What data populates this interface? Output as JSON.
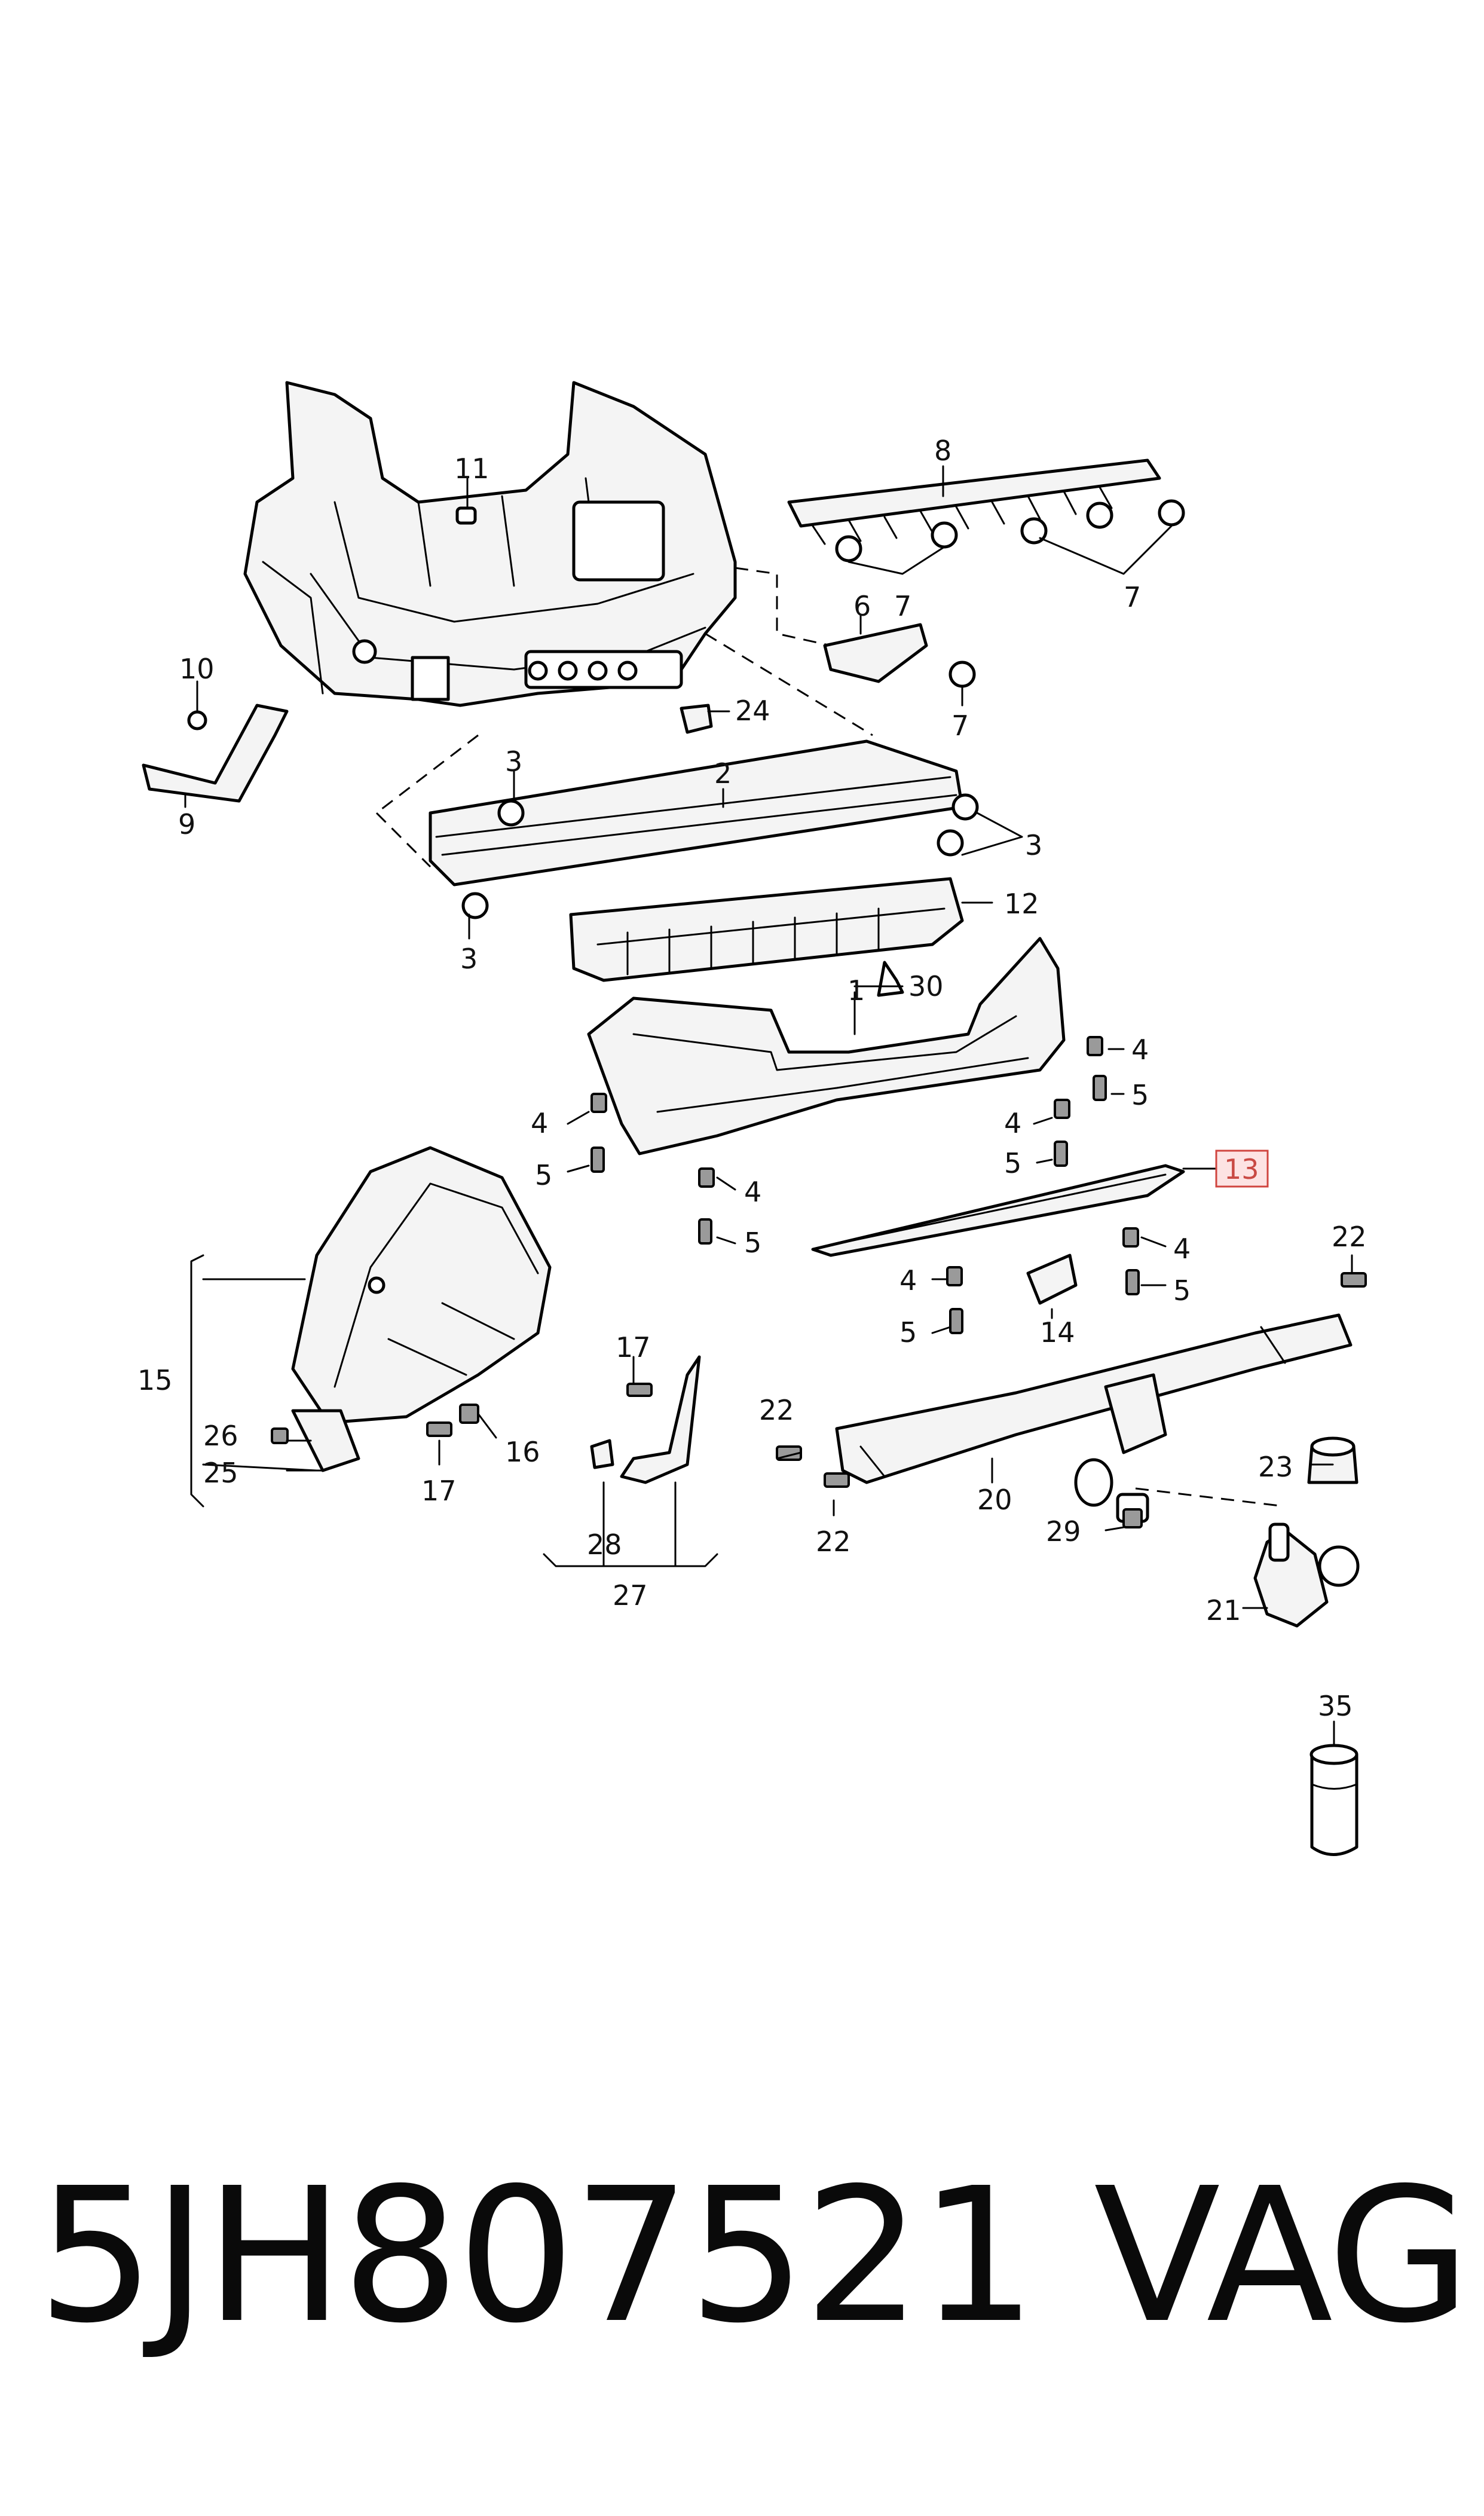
{
  "callouts": {
    "c1": "1",
    "c2": "2",
    "c3a": "3",
    "c3b": "3",
    "c3c": "3",
    "c4a": "4",
    "c4b": "4",
    "c4c": "4",
    "c4d": "4",
    "c4e": "4",
    "c4f": "4",
    "c5a": "5",
    "c5b": "5",
    "c5c": "5",
    "c5d": "5",
    "c5e": "5",
    "c5f": "5",
    "c6": "6",
    "c7a": "7",
    "c7b": "7",
    "c7c": "7",
    "c8": "8",
    "c9": "9",
    "c10": "10",
    "c11": "11",
    "c12": "12",
    "c13": "13",
    "c14": "14",
    "c15": "15",
    "c16": "16",
    "c17a": "17",
    "c17b": "17",
    "c20": "20",
    "c21": "21",
    "c22a": "22",
    "c22b": "22",
    "c22c": "22",
    "c23": "23",
    "c24": "24",
    "c25": "25",
    "c26": "26",
    "c27": "27",
    "c28": "28",
    "c29": "29",
    "c30": "30",
    "c35": "35"
  },
  "highlight": {
    "color": "#d0453f",
    "fill": "#fde3e3"
  },
  "footer": {
    "part_number": "5JH807521",
    "brand": "VAG"
  }
}
